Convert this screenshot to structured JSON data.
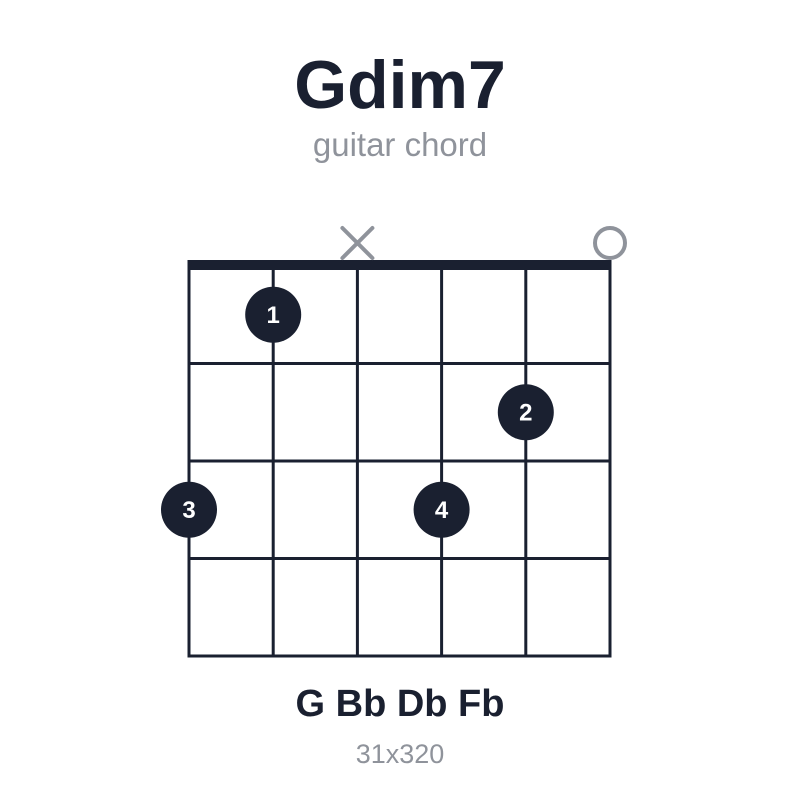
{
  "chord": {
    "name": "Gdim7",
    "subtitle": "guitar chord",
    "notes": "G Bb Db Fb",
    "fingering": "31x320"
  },
  "colors": {
    "ink": "#1a2030",
    "muted": "#8f939b",
    "label": "#ffffff",
    "background": "#ffffff"
  },
  "diagram": {
    "strings": 6,
    "frets": 4,
    "nut": true,
    "string_markers": [
      {
        "string": 3,
        "type": "muted",
        "icon": "x-mark-icon"
      },
      {
        "string": 6,
        "type": "open",
        "icon": "open-circle-icon"
      }
    ],
    "fingers": [
      {
        "string": 2,
        "fret": 1,
        "finger": "1"
      },
      {
        "string": 5,
        "fret": 2,
        "finger": "2"
      },
      {
        "string": 1,
        "fret": 3,
        "finger": "3"
      },
      {
        "string": 4,
        "fret": 3,
        "finger": "4"
      }
    ]
  }
}
